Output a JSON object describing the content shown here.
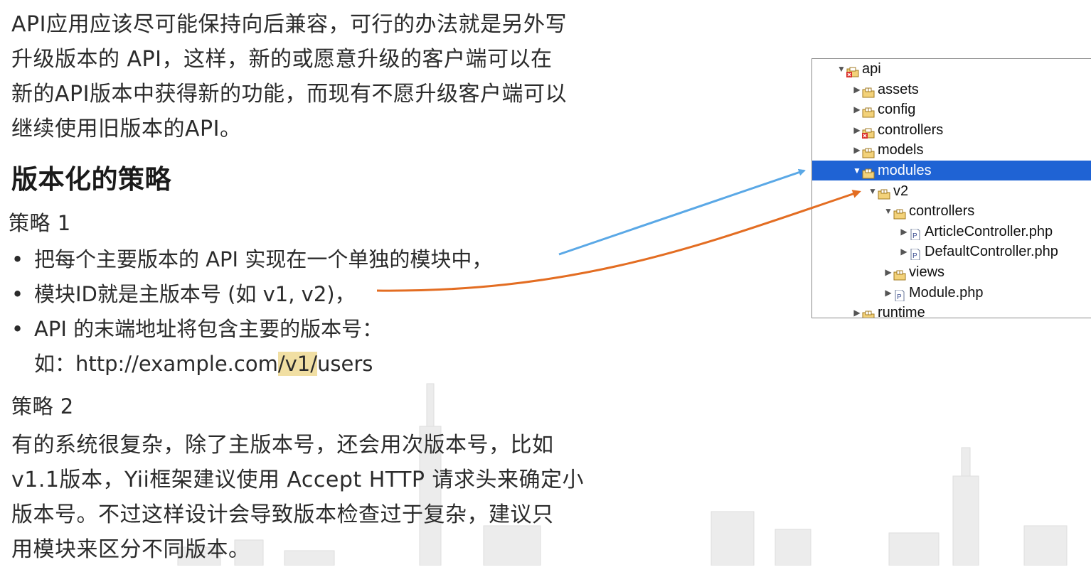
{
  "intro_lines": [
    "API应用应该尽可能保持向后兼容，可行的办法就是另外写",
    "升级版本的 API，这样，新的或愿意升级的客户端可以在",
    "新的API版本中获得新的功能，而现有不愿升级客户端可以",
    "继续使用旧版本的API。"
  ],
  "heading": "版本化的策略",
  "strategy1": {
    "title": "策略 1",
    "bullets": [
      "把每个主要版本的 API 实现在一个单独的模块中，",
      "模块ID就是主版本号 (如 v1, v2)，",
      "API 的末端地址将包含主要的版本号："
    ],
    "bullet_symbol": "•",
    "example_prefix": "如：http://example.com",
    "example_highlight": "/v1/",
    "example_suffix": "users"
  },
  "strategy2": {
    "title": "策略 2",
    "lines": [
      "有的系统很复杂，除了主版本号，还会用次版本号，比如",
      "v1.1版本，Yii框架建议使用 Accept HTTP 请求头来确定小",
      "版本号。不过这样设计会导致版本检查过于复杂，建议只",
      "用模块来区分不同版本。"
    ]
  },
  "tree": {
    "items": [
      {
        "label": "api",
        "depth": 0,
        "icon": "package-error-icon",
        "expanded": true,
        "selected": false
      },
      {
        "label": "assets",
        "depth": 1,
        "icon": "package-folder-icon",
        "expanded": false,
        "selected": false
      },
      {
        "label": "config",
        "depth": 1,
        "icon": "package-folder-icon",
        "expanded": false,
        "selected": false
      },
      {
        "label": "controllers",
        "depth": 1,
        "icon": "package-error-icon",
        "expanded": false,
        "selected": false
      },
      {
        "label": "models",
        "depth": 1,
        "icon": "package-folder-icon",
        "expanded": false,
        "selected": false
      },
      {
        "label": "modules",
        "depth": 1,
        "icon": "package-folder-icon",
        "expanded": true,
        "selected": true
      },
      {
        "label": "v2",
        "depth": 2,
        "icon": "package-folder-icon",
        "expanded": true,
        "selected": false
      },
      {
        "label": "controllers",
        "depth": 3,
        "icon": "package-folder-icon",
        "expanded": true,
        "selected": false
      },
      {
        "label": "ArticleController.php",
        "depth": 4,
        "icon": "php-file-icon",
        "expanded": false,
        "selected": false
      },
      {
        "label": "DefaultController.php",
        "depth": 4,
        "icon": "php-file-icon",
        "expanded": false,
        "selected": false
      },
      {
        "label": "views",
        "depth": 3,
        "icon": "package-folder-icon",
        "expanded": false,
        "selected": false
      },
      {
        "label": "Module.php",
        "depth": 3,
        "icon": "php-file-icon",
        "expanded": false,
        "selected": false
      },
      {
        "label": "runtime",
        "depth": 1,
        "icon": "package-folder-icon",
        "expanded": false,
        "selected": false
      }
    ]
  },
  "colors": {
    "arrow_blue": "#5aa8e6",
    "arrow_orange": "#e36d22",
    "selection": "#1f63d4",
    "highlight": "#f1dfa3"
  }
}
